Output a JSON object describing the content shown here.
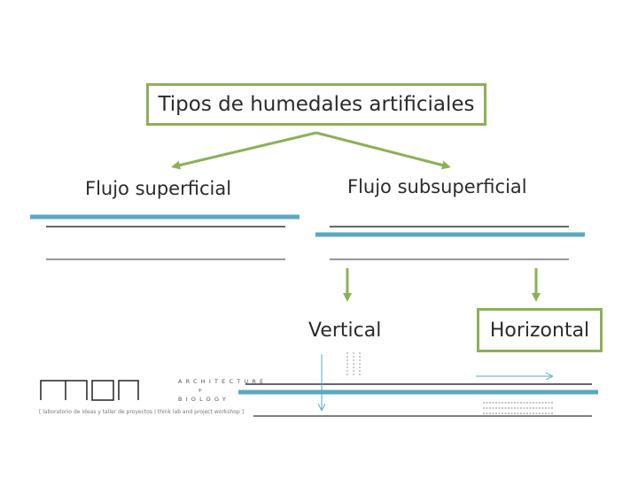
{
  "diagram": {
    "title": "Tipos de humedales artificiales",
    "branch_left": "Flujo superficial",
    "branch_right": "Flujo subsuperficial",
    "sub_vertical": "Vertical",
    "sub_horizontal": "Horizontal"
  },
  "logo": {
    "line1": "ARCHITECTURE",
    "line2": "+",
    "line3": "BIOLOGY",
    "caption": "[ laboratorio de ideas y taller de proyectos | think lab and project workshop ]"
  },
  "colors": {
    "accent_green": "#8db056",
    "water_blue": "#5aaabd",
    "line_dark": "#333333"
  }
}
